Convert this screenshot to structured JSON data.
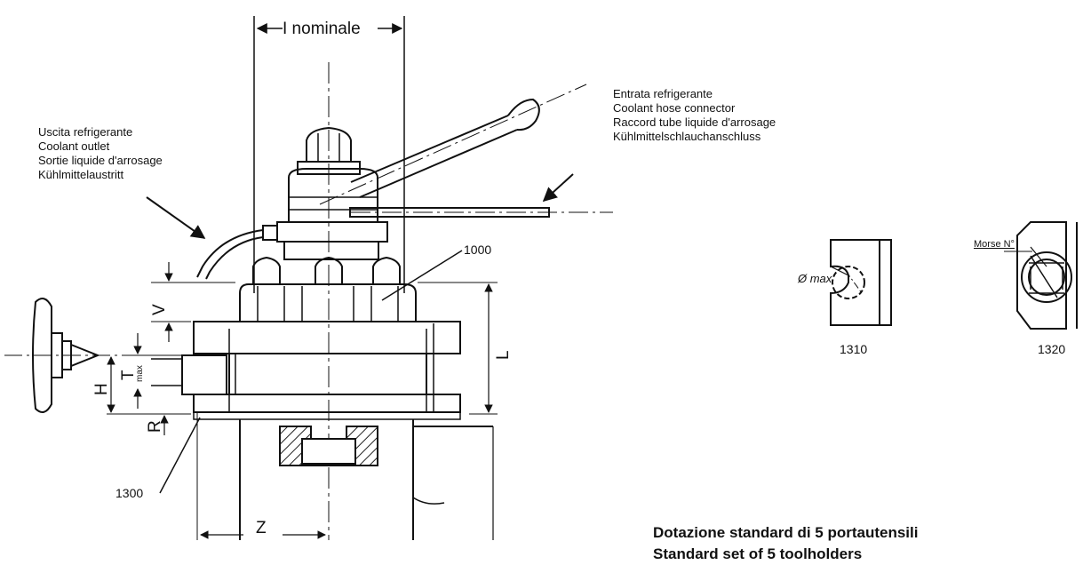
{
  "dimension_labels": {
    "nominal": "I nominale",
    "v": "V",
    "l": "L",
    "h": "H",
    "t": "T",
    "t_sub": "max",
    "r": "R",
    "z": "Z"
  },
  "part_numbers": {
    "p1000": "1000",
    "p1300": "1300",
    "p1310": "1310",
    "p1320": "1320"
  },
  "coolant_inlet": [
    "Entrata refrigerante",
    "Coolant hose connector",
    "Raccord tube liquide d'arrosage",
    "Kühlmittelschlauchanschluss"
  ],
  "coolant_outlet": [
    "Uscita refrigerante",
    "Coolant outlet",
    "Sortie liquide d'arrosage",
    "Kühlmittelaustritt"
  ],
  "detail_labels": {
    "diameter_max": "Ø max",
    "morse": "Morse N°"
  },
  "caption": {
    "line1": "Dotazione standard di 5 portautensili",
    "line2": "Standard set of 5 toolholders"
  }
}
